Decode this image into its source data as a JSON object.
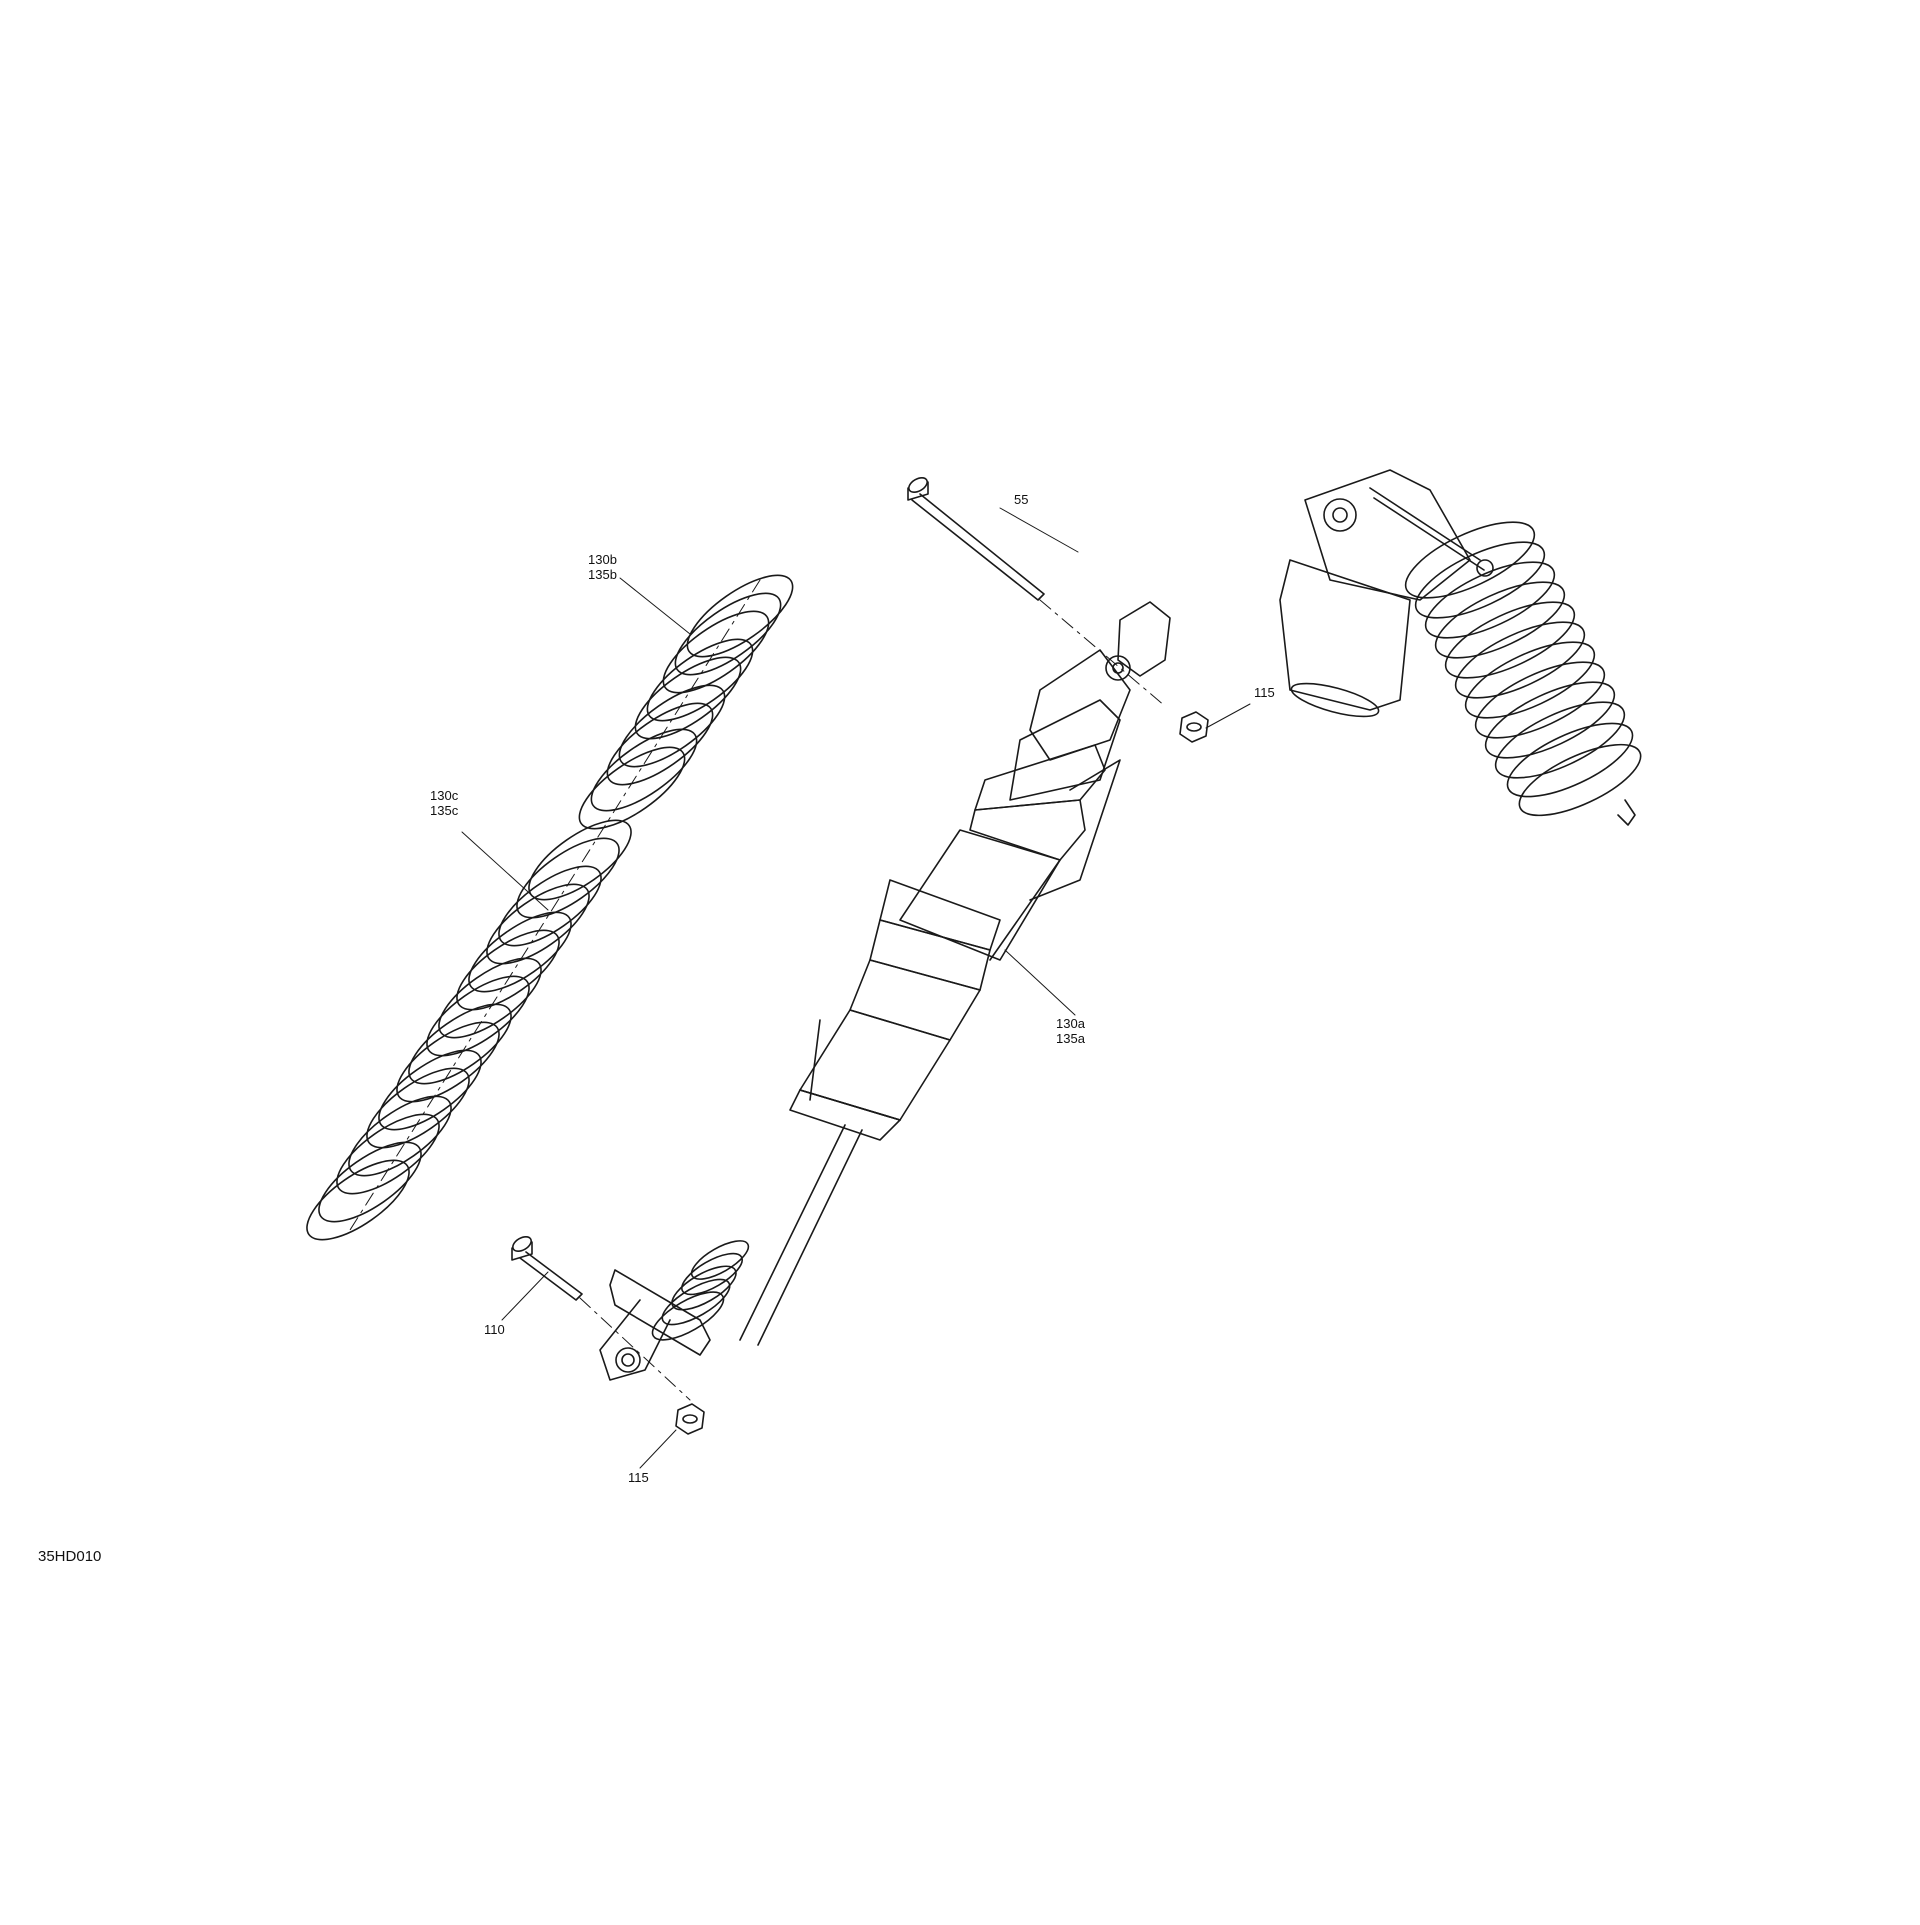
{
  "diagram": {
    "drawing_id": "35HD010",
    "callouts": {
      "bolt_upper": [
        "55"
      ],
      "nut_upper": [
        "115"
      ],
      "spring_upper": [
        "130b",
        "135b"
      ],
      "spring_lower": [
        "130c",
        "135c"
      ],
      "shock_body": [
        "130a",
        "135a"
      ],
      "bolt_lower": [
        "110"
      ],
      "nut_lower": [
        "115"
      ]
    }
  }
}
